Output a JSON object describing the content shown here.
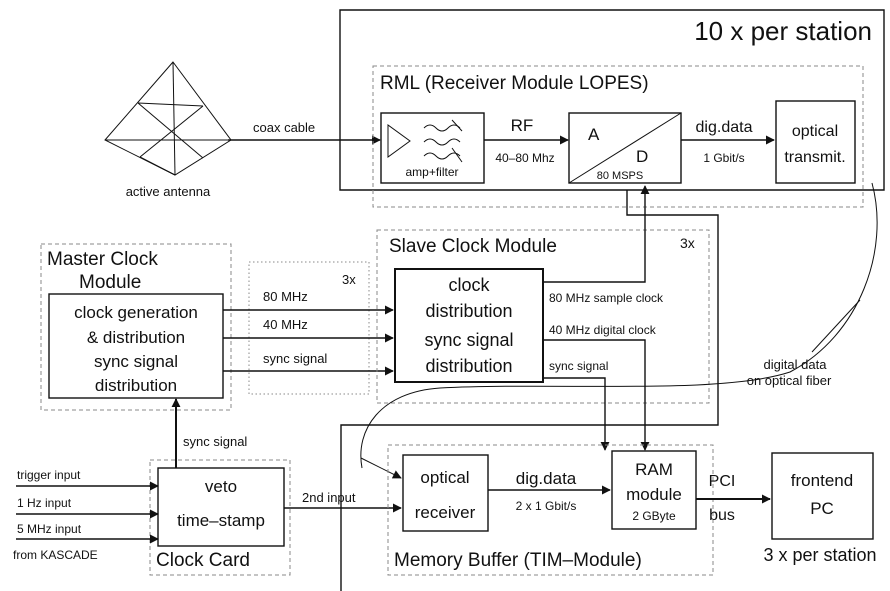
{
  "station_label": "10 x per station",
  "antenna": {
    "caption": "active antenna",
    "cable_label": "coax cable"
  },
  "rml": {
    "title": "RML (Receiver Module LOPES)",
    "amp_filter_label": "amp+filter",
    "rf_label": "RF",
    "rf_band": "40–80 Mhz",
    "adc_a": "A",
    "adc_d": "D",
    "adc_rate": "80 MSPS",
    "digdata_label": "dig.data",
    "digdata_rate": "1 Gbit/s",
    "optical_tx_line1": "optical",
    "optical_tx_line2": "transmit."
  },
  "master": {
    "title_line1": "Master Clock",
    "title_line2": "Module",
    "box_lines": [
      "clock generation",
      "& distribution",
      "sync signal",
      "distribution"
    ]
  },
  "links": {
    "multiplier": "3x",
    "f80": "80 MHz",
    "f40": "40 MHz",
    "sync": "sync signal"
  },
  "slave": {
    "title": "Slave Clock Module",
    "multiplier": "3x",
    "box_lines": [
      "clock",
      "distribution",
      "sync signal",
      "distribution"
    ],
    "out_80": "80 MHz sample clock",
    "out_40": "40 MHz digital clock",
    "out_sync": "sync signal"
  },
  "fiber_label_line1": "digital data",
  "fiber_label_line2": "on optical fiber",
  "clock_card": {
    "title": "Clock Card",
    "line1": "veto",
    "line2": "time–stamp",
    "sync_up_label": "sync signal",
    "inputs": [
      "trigger input",
      "1 Hz input",
      "5 MHz input"
    ],
    "source_label": "from KASCADE",
    "second_input": "2nd input"
  },
  "memory": {
    "title": "Memory Buffer (TIM–Module)",
    "rx_line1": "optical",
    "rx_line2": "receiver",
    "digdata_label": "dig.data",
    "digdata_rate": "2 x 1 Gbit/s",
    "ram_line1": "RAM",
    "ram_line2": "module",
    "ram_size": "2 GByte",
    "pci_line1": "PCI",
    "pci_line2": "bus"
  },
  "frontend": {
    "line1": "frontend",
    "line2": "PC",
    "count": "3 x per station"
  }
}
